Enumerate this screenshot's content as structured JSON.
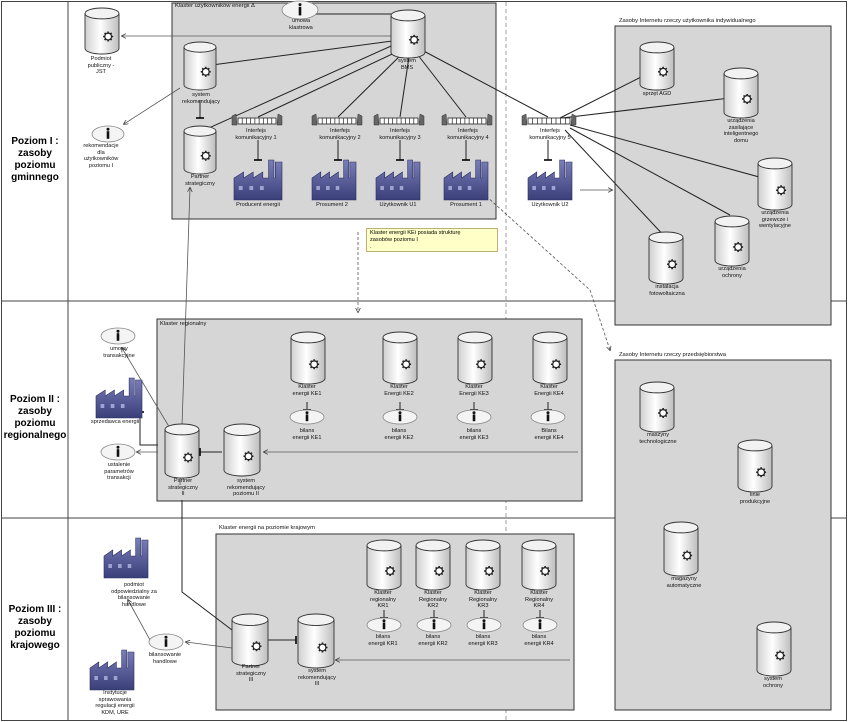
{
  "levels": [
    {
      "name": "Poziom I :\nzasoby poziomu\ngminnego"
    },
    {
      "name": "Poziom II :\nzasoby poziomu\nregionalnego"
    },
    {
      "name": "Poziom III :\nzasoby poziomu\nkrajowego"
    }
  ],
  "clusters": {
    "kue": "Klaster użytkowników energii Δ",
    "iot_ind": "Zasoby Internetu rzeczy użytkownika indywidualnego",
    "iot_ent": "Zasoby Internetu rzeczy przedsiębiorstwa",
    "regional": "Klaster regionalny",
    "national": "Klaster energii na poziomie krajowym"
  },
  "note": "Klaster energii KEi posiada strukturę\nzasobów poziomu I\n.",
  "level1": {
    "podmiot": "Podmiot\npubliczny -\nJST",
    "umowa": "umowa\nklastrowa",
    "bms": "system\nBMS",
    "rek1": "system\nrekomendujący",
    "rek_dla": "rekomendacje\ndla\nużytkowników\npoziomu I",
    "partner1": "Partner\nstrategiczny",
    "interfaces": [
      "Interfejs\nkomunikacyjny 1",
      "Interfejs\nkomunikacyjny 2",
      "Interfejs\nkomunikacyjny 3",
      "Interfejs\nkomunikacyjny 4",
      "Interfejs\nkomunikacyjny 5"
    ],
    "producers": [
      "Producent energii",
      "Prosument 2",
      "Użytkownik U1",
      "Prosument 1",
      "Użytkownik U2"
    ],
    "iot_items": [
      "sprzęt AGD",
      "urządzenia\nzasilające\ninteligentnego\ndomu",
      "urządzenia\ngrzewcze i\nwentylacyjne",
      "urządzenia\nochrony",
      "instalacja\nfotowoltaiczna"
    ]
  },
  "level2": {
    "umowy": "umowy\ntransakcyjne",
    "sprzedawca": "sprzedawca energii",
    "ustalenie": "ustalenie\nparametrów\ntransakcji",
    "partner2": "Partner\nstrategiczny\nII",
    "rek2": "system\nrekomendujący\npoziomu II",
    "klastry": [
      "Klaster\nenergii KE1",
      "Klaster\nEnergii KE2",
      "Klaster\nEnergii KE3",
      "Klaster\nEnergii KE4"
    ],
    "bilanse": [
      "bilans\nenergii KE1",
      "bilans\nenergii KE2",
      "bilans\nenergii KE3",
      "Bilans\nenergii KE4"
    ],
    "iot_ent_items": [
      "maszyny\ntechnologiczne",
      "linie\nprodukcyjne",
      "magazyny\nautomatyczne",
      "system\nochrony"
    ]
  },
  "level3": {
    "podmiot": "podmiot\nodpowiedzialny za\nbilansowanie\nhandlowe",
    "bilansowanie": "bilansowanie\nhandlowe",
    "instytucje": "Instytucje\nsprawowania\nregulacji energii\nKDM, URE",
    "partner3": "Partner\nstrategiczny\nIII",
    "rek3": "system\nrekomendujący\nIII",
    "klastry": [
      "Klaster\nregionalny\nKR1",
      "Klaster\nRegionalny\nKR2",
      "Klaster\nRegionalny\nKR3",
      "Klaster\nRegionalny\nKR4"
    ],
    "bilanse": [
      "bilans\nenergii KR1",
      "bilans\nenergii KR2",
      "bilans\nenergii KR3",
      "bilans\nenergii KR4"
    ]
  }
}
